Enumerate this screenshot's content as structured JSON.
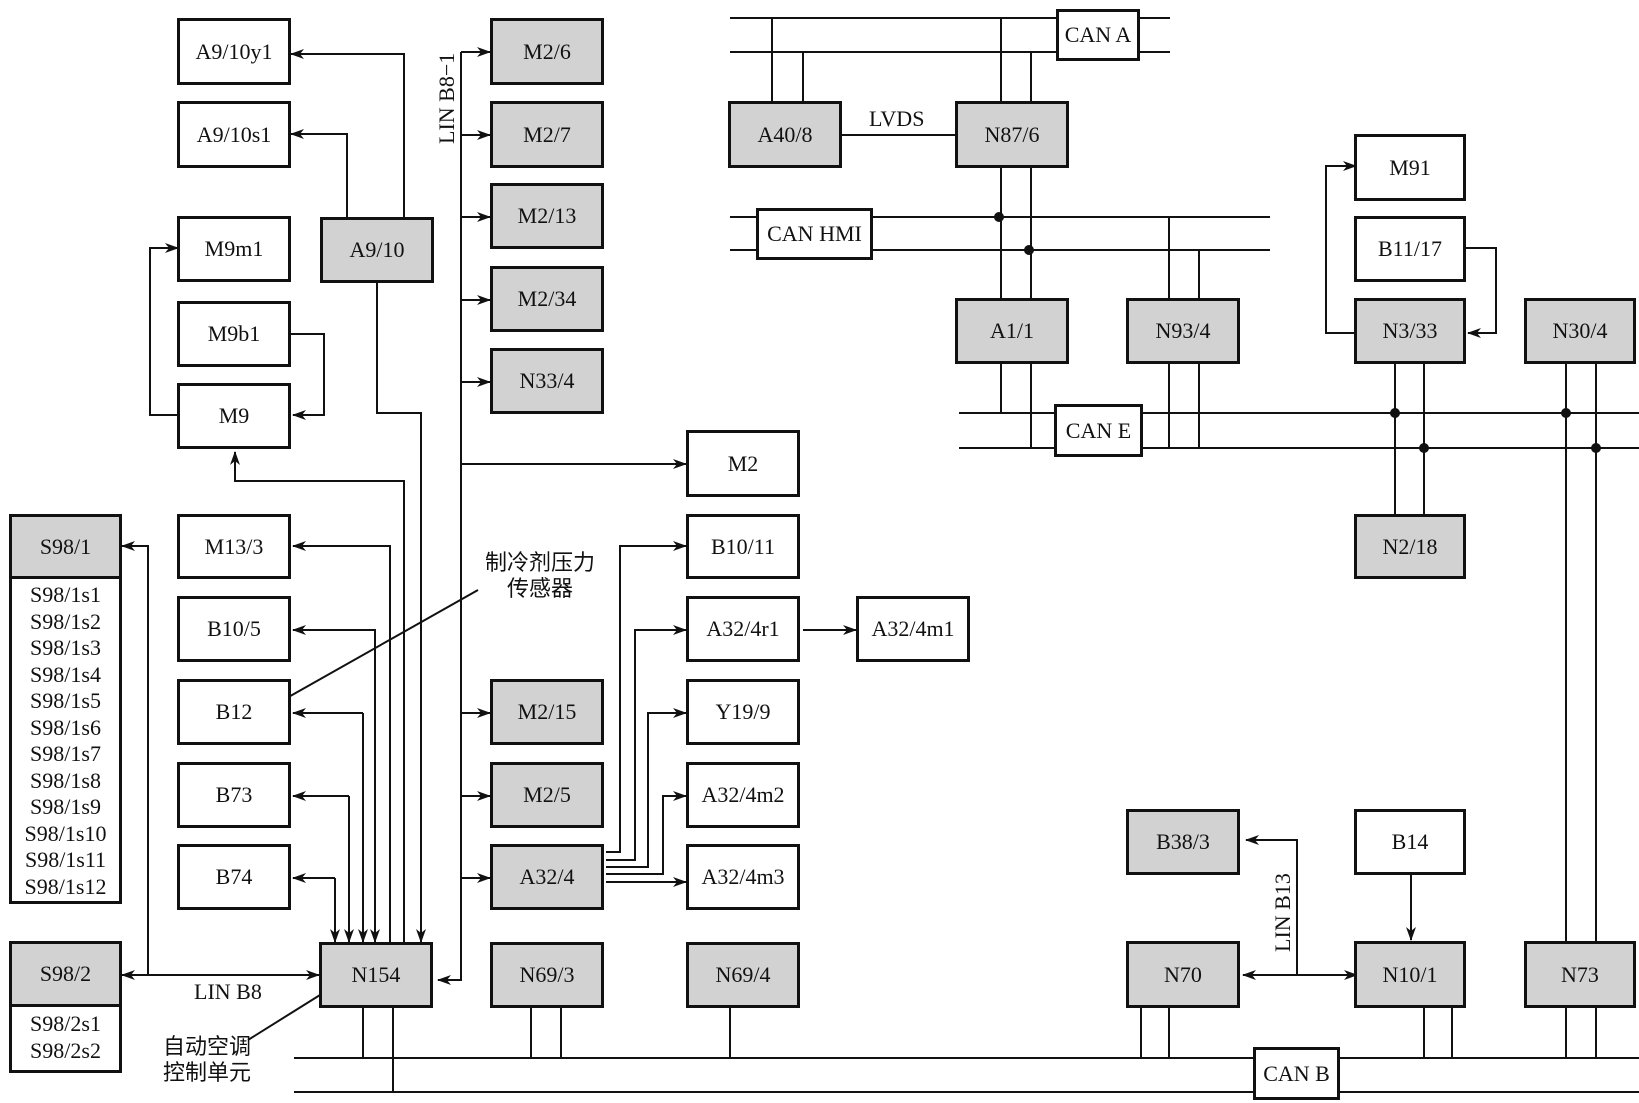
{
  "boxes": {
    "A9_10y1": "A9/10y1",
    "A9_10s1": "A9/10s1",
    "A9_10": "A9/10",
    "M9m1": "M9m1",
    "M9b1": "M9b1",
    "M9": "M9",
    "S98_1": "S98/1",
    "M13_3": "M13/3",
    "B10_5": "B10/5",
    "B12": "B12",
    "B73": "B73",
    "B74": "B74",
    "S98_2": "S98/2",
    "N154": "N154",
    "M2_6": "M2/6",
    "M2_7": "M2/7",
    "M2_13": "M2/13",
    "M2_34": "M2/34",
    "N33_4": "N33/4",
    "M2": "M2",
    "M2_15": "M2/15",
    "M2_5": "M2/5",
    "A32_4": "A32/4",
    "N69_3": "N69/3",
    "N69_4": "N69/4",
    "B10_11": "B10/11",
    "A32_4r1": "A32/4r1",
    "A32_4m1": "A32/4m1",
    "Y19_9": "Y19/9",
    "A32_4m2": "A32/4m2",
    "A32_4m3": "A32/4m3",
    "A40_8": "A40/8",
    "N87_6": "N87/6",
    "A1_1": "A1/1",
    "N93_4": "N93/4",
    "M91": "M91",
    "B11_17": "B11/17",
    "N3_33": "N3/33",
    "N30_4": "N30/4",
    "N2_18": "N2/18",
    "B38_3": "B38/3",
    "B14": "B14",
    "N70": "N70",
    "N10_1": "N10/1",
    "N73": "N73"
  },
  "buses": {
    "can_a": "CAN A",
    "can_hmi": "CAN HMI",
    "can_e": "CAN E",
    "can_b": "CAN B"
  },
  "labels": {
    "lvds": "LVDS",
    "lin_b8_1": "LIN B8−1",
    "lin_b8": "LIN B8",
    "lin_b13": "LIN B13"
  },
  "s98_1_switches": [
    "S98/1s1",
    "S98/1s2",
    "S98/1s3",
    "S98/1s4",
    "S98/1s5",
    "S98/1s6",
    "S98/1s7",
    "S98/1s8",
    "S98/1s9",
    "S98/1s10",
    "S98/1s11",
    "S98/1s12"
  ],
  "s98_2_switches": [
    "S98/2s1",
    "S98/2s2"
  ],
  "annotations": {
    "refrigerant_sensor_line1": "制冷剂压力",
    "refrigerant_sensor_line2": "传感器",
    "ac_unit_line1": "自动空调",
    "ac_unit_line2": "控制单元"
  },
  "colors": {
    "shaded_box": "#d2d2d2",
    "line": "#111111"
  }
}
